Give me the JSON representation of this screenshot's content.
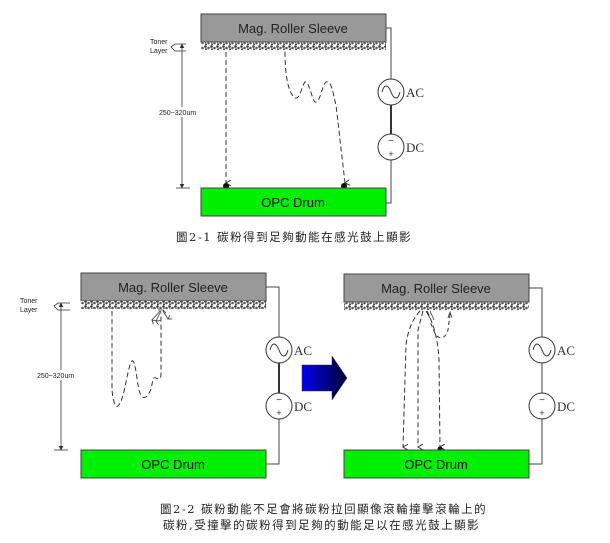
{
  "figures": [
    {
      "id": "fig-2-1",
      "roller_label": "Mag. Roller Sleeve",
      "drum_label": "OPC Drum",
      "toner_layer_label": [
        "Toner",
        "Layer"
      ],
      "gap_label": "250~320um",
      "ac_label": "AC",
      "dc_label": "DC",
      "dc_minus": "−",
      "dc_plus": "+",
      "caption": "圖2-1 碳粉得到足夠動能在感光鼓上顯影"
    },
    {
      "id": "fig-2-2",
      "left_panel": {
        "roller_label": "Mag. Roller Sleeve",
        "drum_label": "OPC Drum",
        "toner_layer_label": [
          "Toner",
          "Layer"
        ],
        "gap_label": "250~320um",
        "ac_label": "AC",
        "dc_label": "DC",
        "dc_minus": "−",
        "dc_plus": "+"
      },
      "right_panel": {
        "roller_label": "Mag. Roller Sleeve",
        "drum_label": "OPC Drum",
        "ac_label": "AC",
        "dc_label": "DC",
        "dc_minus": "−",
        "dc_plus": "+"
      },
      "transition_arrow": "right-arrow-icon",
      "caption_lines": [
        "圖2-2 碳粉動能不足會將碳粉拉回顯像滾輪撞擊滾輪上的",
        "碳粉,受撞擊的碳粉得到足夠的動能足以在感光鼓上顯影"
      ]
    }
  ],
  "colors": {
    "roller_fill": "#999999",
    "drum_fill": "#00ee00",
    "arrow_gradient_start": "#0000ee",
    "arrow_gradient_end": "#000033",
    "line": "#444444"
  }
}
